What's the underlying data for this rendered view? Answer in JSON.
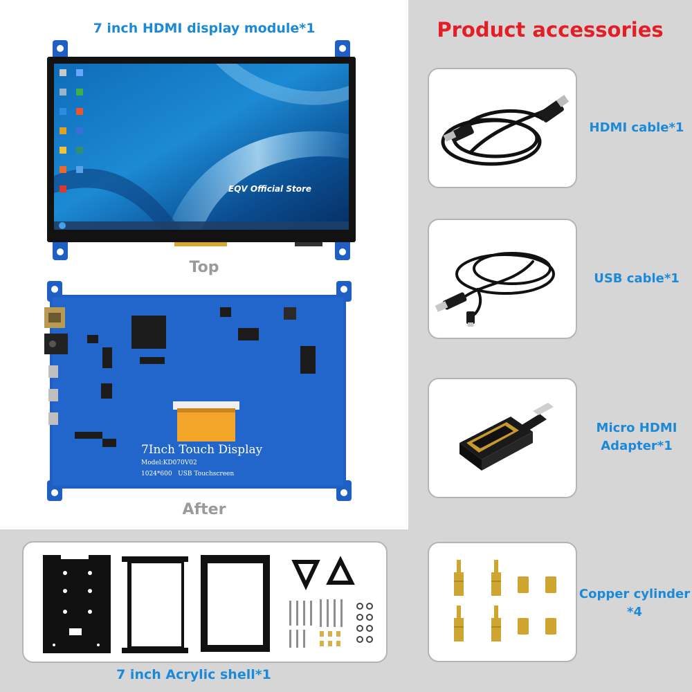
{
  "captions": {
    "module": "7 inch HDMI display module*1",
    "top": "Top",
    "after": "After",
    "shell": "7 inch Acrylic shell*1",
    "accessories": "Product accessories",
    "hdmi_cable": "HDMI cable*1",
    "usb_cable": "USB cable*1",
    "adapter_line1": "Micro HDMI",
    "adapter_line2": "Adapter*1",
    "copper_line1": "Copper cylinder",
    "copper_line2": "*4"
  },
  "screen": {
    "watermark": "EQV Official Store"
  },
  "board": {
    "title": "7Inch Touch Display",
    "model": "Model:KD070V02",
    "spec": "1024*600   USB Touchscreen"
  },
  "colors": {
    "accent_blue": "#1a8ad8",
    "accent_red": "#e21f26",
    "pcb_blue": "#1f5fc4",
    "panel_gray": "#d6d6d6"
  },
  "icons": {
    "desktop": "desktop-icons",
    "hdmi_port": "hdmi-port-icon",
    "usb_port": "usb-port-icon",
    "audio_jack": "audio-jack-icon"
  }
}
